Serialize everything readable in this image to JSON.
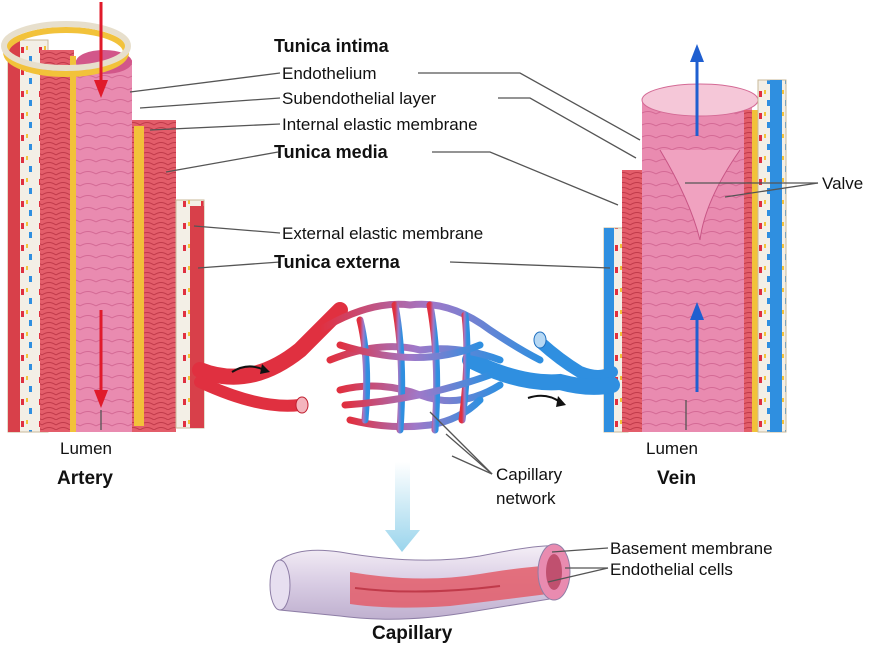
{
  "labels": {
    "tunica_intima": "Tunica intima",
    "endothelium": "Endothelium",
    "subendothelial_layer": "Subendothelial layer",
    "internal_elastic_membrane": "Internal elastic membrane",
    "tunica_media": "Tunica media",
    "external_elastic_membrane": "External elastic membrane",
    "tunica_externa": "Tunica externa",
    "valve": "Valve",
    "artery_lumen": "Lumen",
    "artery": "Artery",
    "vein_lumen": "Lumen",
    "vein": "Vein",
    "capillary_network_line1": "Capillary",
    "capillary_network_line2": "network",
    "basement_membrane": "Basement membrane",
    "endothelial_cells": "Endothelial cells",
    "capillary": "Capillary"
  },
  "colors": {
    "arterial_red": "#e03040",
    "venous_blue": "#2f8fe0",
    "intima_pink": "#e87aa6",
    "media_red": "#d6404a",
    "elastic_yellow": "#f2c23a",
    "externa_cream": "#f3ecd8",
    "leader_gray": "#555555"
  }
}
